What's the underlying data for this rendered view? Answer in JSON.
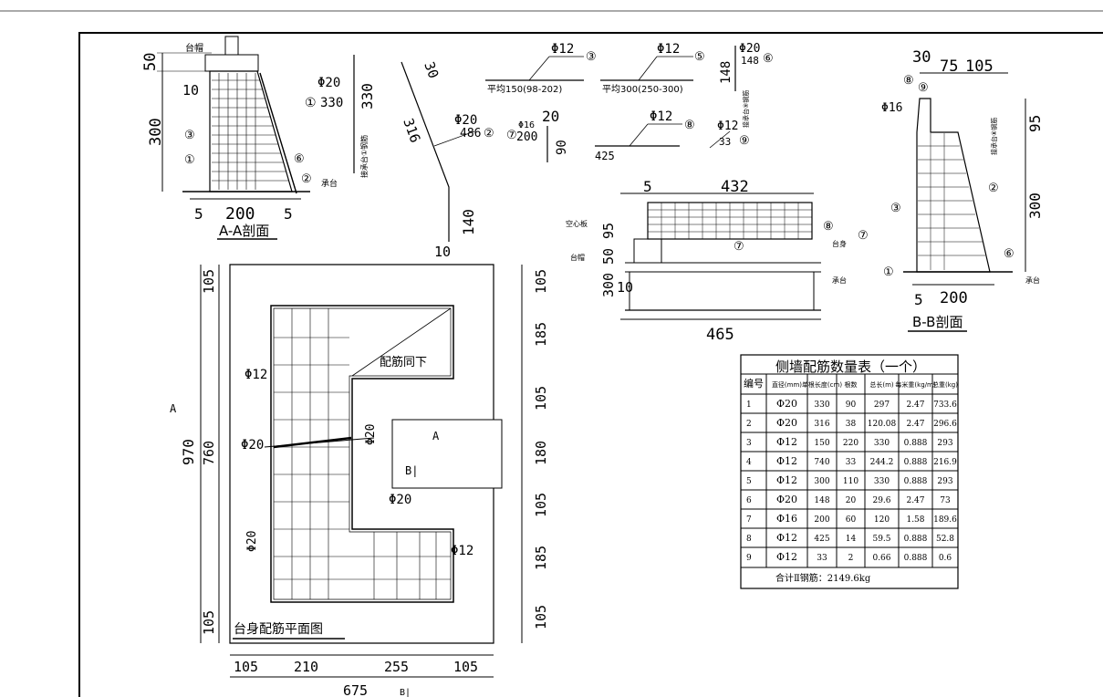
{
  "section_aa": {
    "title": "A-A剖面",
    "cap_label": "台帽",
    "base_label": "承台",
    "note": "接承台①钢筋",
    "dims": {
      "top": "50",
      "ten": "10",
      "height": "300",
      "width": "200",
      "side_l": "5",
      "side_r": "5"
    },
    "markers": [
      "①",
      "②",
      "③",
      "⑥"
    ]
  },
  "bars": {
    "b1": {
      "dia": "Φ20",
      "len": "330",
      "num": "①",
      "vlen": "330"
    },
    "b2": {
      "dia": "Φ20",
      "len": "486",
      "num": "②",
      "a": "30",
      "b": "316",
      "c": "140",
      "d": "10"
    },
    "b3": {
      "dia": "Φ12",
      "num": "③",
      "spacing": "平均150(98-202)"
    },
    "b5": {
      "dia": "Φ12",
      "num": "⑤",
      "spacing": "平均300(250-300)"
    },
    "b6": {
      "dia": "Φ20",
      "len": "148",
      "num": "⑥",
      "vlen": "148",
      "note": "接承台⑨钢筋"
    },
    "b7": {
      "dia": "Φ16",
      "len": "200",
      "num": "⑦",
      "a": "20",
      "b": "90"
    },
    "b8": {
      "dia": "Φ12",
      "num": "⑧",
      "len": "425"
    },
    "b9": {
      "dia": "Φ12",
      "len": "33",
      "num": "⑨"
    }
  },
  "plan": {
    "title": "台身配筋平面图",
    "note": "配筋同下",
    "left_dims": [
      "105",
      "760",
      "105"
    ],
    "total_left": "970",
    "right_dims": [
      "105",
      "185",
      "105",
      "180",
      "105",
      "185",
      "105"
    ],
    "bottom_dims": [
      "105",
      "210",
      "255",
      "105"
    ],
    "total_bottom": "675",
    "cut_a": "A",
    "cut_b": "B|",
    "bar_dia_12": "Φ12",
    "bar_dia_20": "Φ20"
  },
  "slab_section": {
    "top_dim": "432",
    "left5": "5",
    "dims_v": [
      "95",
      "50",
      "300"
    ],
    "ten": "10",
    "bottom_dim": "465",
    "labels": {
      "hollow": "空心板",
      "cap": "台帽",
      "body": "台身",
      "base": "承台"
    }
  },
  "section_bb": {
    "title": "B-B剖面",
    "dims": {
      "a": "30",
      "b": "75",
      "c": "105",
      "h1": "95",
      "h2": "300",
      "w": "200",
      "s": "5"
    },
    "dia": "Φ16",
    "note": "接承台⑧钢筋",
    "base": "承台"
  },
  "table": {
    "title": "侧墙配筋数量表（一个）",
    "headers": [
      "编号",
      "直径(mm)",
      "单根长度(cm)",
      "根数",
      "总长(m)",
      "每米重(kg/m)",
      "总重(kg)"
    ],
    "rows": [
      [
        "1",
        "Φ20",
        "330",
        "90",
        "297",
        "2.47",
        "733.6"
      ],
      [
        "2",
        "Φ20",
        "316",
        "38",
        "120.08",
        "2.47",
        "296.6"
      ],
      [
        "3",
        "Φ12",
        "150",
        "220",
        "330",
        "0.888",
        "293"
      ],
      [
        "4",
        "Φ12",
        "740",
        "33",
        "244.2",
        "0.888",
        "216.9"
      ],
      [
        "5",
        "Φ12",
        "300",
        "110",
        "330",
        "0.888",
        "293"
      ],
      [
        "6",
        "Φ20",
        "148",
        "20",
        "29.6",
        "2.47",
        "73"
      ],
      [
        "7",
        "Φ16",
        "200",
        "60",
        "120",
        "1.58",
        "189.6"
      ],
      [
        "8",
        "Φ12",
        "425",
        "14",
        "59.5",
        "0.888",
        "52.8"
      ],
      [
        "9",
        "Φ12",
        "33",
        "2",
        "0.66",
        "0.888",
        "0.6"
      ]
    ],
    "footer": "合计Ⅱ钢筋：2149.6kg"
  }
}
